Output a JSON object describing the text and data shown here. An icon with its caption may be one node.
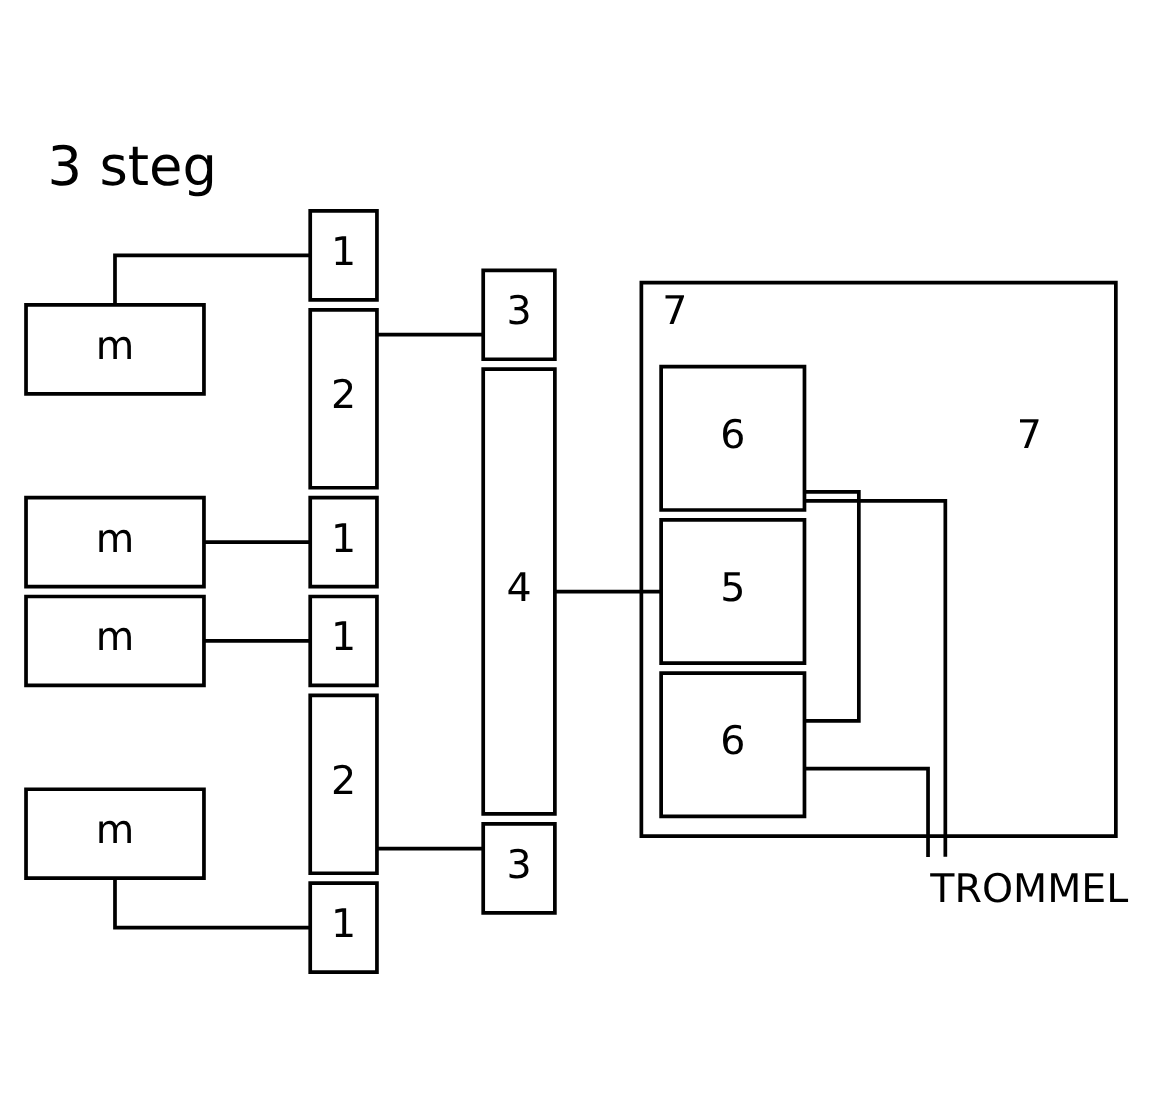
{
  "diagram": {
    "title": "3 steg",
    "nodes": [
      {
        "text": [
          "m"
        ]
      },
      {
        "text": [
          "m"
        ]
      },
      {
        "text": [
          "m"
        ]
      },
      {
        "text": [
          "m"
        ]
      },
      {
        "text": [
          "1"
        ]
      },
      {
        "text": [
          "2"
        ]
      },
      {
        "text": [
          "1"
        ]
      },
      {
        "text": [
          "1"
        ]
      },
      {
        "text": [
          "2"
        ]
      },
      {
        "text": [
          "1"
        ]
      },
      {
        "text": [
          "3"
        ]
      },
      {
        "text": [
          "4"
        ]
      },
      {
        "text": [
          "3"
        ]
      },
      {
        "text": [
          "7"
        ],
        "beside": [
          "7"
        ]
      },
      {
        "text": [
          "6"
        ],
        "in": 13
      },
      {
        "text": [
          "5"
        ],
        "in": 13
      },
      {
        "text": [
          "6"
        ],
        "in": 13
      },
      {
        "text": [
          "TROMMEL"
        ]
      }
    ],
    "edges": [
      {
        "from": 0,
        "to": 4,
        "arrow": "none"
      },
      {
        "from": 1,
        "to": 6,
        "arrow": "none"
      },
      {
        "from": 2,
        "to": 7,
        "arrow": "none"
      },
      {
        "from": 3,
        "to": 9,
        "arrow": "none"
      },
      {
        "from": 5,
        "to": 10,
        "arrow": "none"
      },
      {
        "from": 8,
        "to": 12,
        "arrow": "none"
      },
      {
        "from": 11,
        "to": 15,
        "arrow": "none"
      },
      {
        "from": 14,
        "to": 17,
        "arrow": "none"
      },
      {
        "from": 14,
        "to": 16,
        "arrow": "none"
      },
      {
        "from": 16,
        "to": 17,
        "arrow": "none"
      }
    ]
  }
}
